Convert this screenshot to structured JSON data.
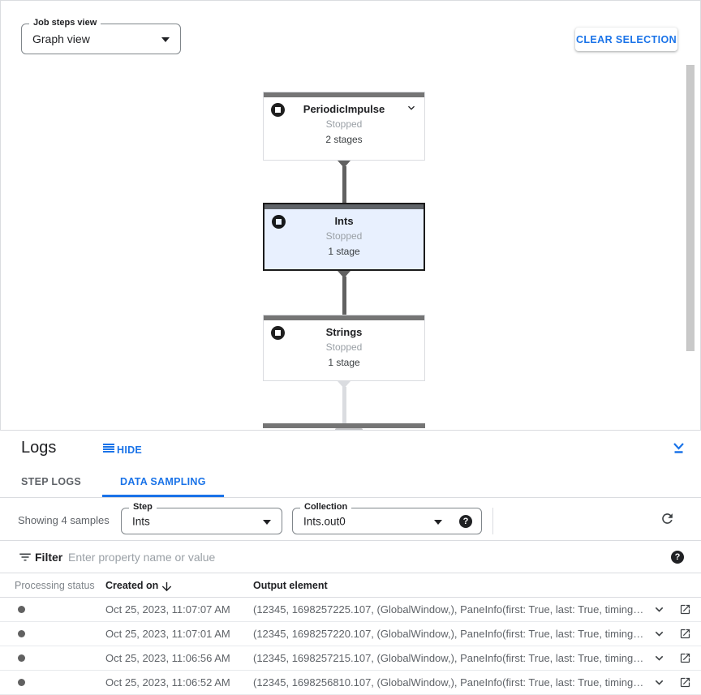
{
  "toolbar": {
    "job_steps_view_label": "Job steps view",
    "job_steps_view_value": "Graph view",
    "clear_selection_label": "CLEAR SELECTION"
  },
  "graph": {
    "nodes": [
      {
        "title": "PeriodicImpulse",
        "status": "Stopped",
        "stages": "2 stages",
        "selected": false
      },
      {
        "title": "Ints",
        "status": "Stopped",
        "stages": "1 stage",
        "selected": true
      },
      {
        "title": "Strings",
        "status": "Stopped",
        "stages": "1 stage",
        "selected": false
      }
    ]
  },
  "logs": {
    "title": "Logs",
    "hide_label": "HIDE",
    "tabs": [
      {
        "label": "STEP LOGS",
        "active": false
      },
      {
        "label": "DATA SAMPLING",
        "active": true
      }
    ],
    "samples_summary": "Showing 4 samples",
    "step_select": {
      "label": "Step",
      "value": "Ints"
    },
    "collection_select": {
      "label": "Collection",
      "value": "Ints.out0"
    },
    "filter": {
      "label": "Filter",
      "placeholder": "Enter property name or value"
    },
    "table": {
      "columns": [
        "Processing status",
        "Created on",
        "Output element"
      ],
      "rows": [
        {
          "created_on": "Oct 25, 2023, 11:07:07 AM",
          "output_element": "(12345, 1698257225.107, (GlobalWindow,), PaneInfo(first: True, last: True, timing…"
        },
        {
          "created_on": "Oct 25, 2023, 11:07:01 AM",
          "output_element": "(12345, 1698257220.107, (GlobalWindow,), PaneInfo(first: True, last: True, timing…"
        },
        {
          "created_on": "Oct 25, 2023, 11:06:56 AM",
          "output_element": "(12345, 1698257215.107, (GlobalWindow,), PaneInfo(first: True, last: True, timing…"
        },
        {
          "created_on": "Oct 25, 2023, 11:06:52 AM",
          "output_element": "(12345, 1698256810.107, (GlobalWindow,), PaneInfo(first: True, last: True, timing…"
        }
      ]
    }
  },
  "colors": {
    "accent_blue": "#1a73e8",
    "selected_node_bg": "#e8f0fe",
    "node_bar_gray": "#757575",
    "status_gray": "#9aa0a6"
  }
}
